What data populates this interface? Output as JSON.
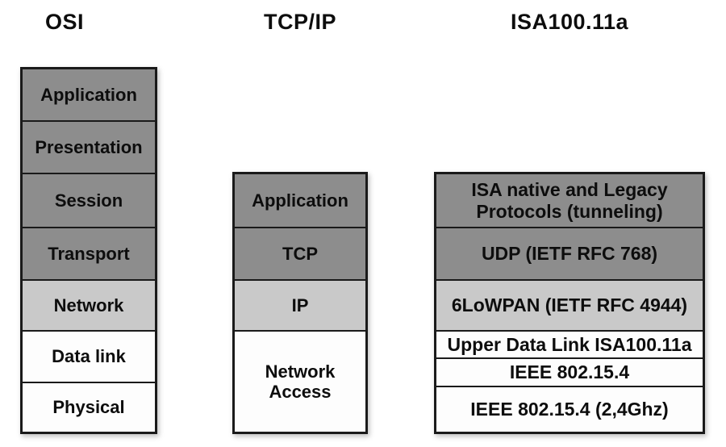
{
  "colors": {
    "dark": "#8d8d8d",
    "light": "#c9c9c9",
    "white": "#fdfdfd",
    "border": "#1a1a1a",
    "background": "#ffffff",
    "text": "#0d0d0d"
  },
  "stacks": [
    {
      "title": "OSI",
      "layers": [
        {
          "label": "Application",
          "tone": "dark"
        },
        {
          "label": "Presentation",
          "tone": "dark"
        },
        {
          "label": "Session",
          "tone": "dark"
        },
        {
          "label": "Transport",
          "tone": "dark"
        },
        {
          "label": "Network",
          "tone": "light"
        },
        {
          "label": "Data link",
          "tone": "white"
        },
        {
          "label": "Physical",
          "tone": "white"
        }
      ]
    },
    {
      "title": "TCP/IP",
      "layers": [
        {
          "label": "Application",
          "tone": "dark"
        },
        {
          "label": "TCP",
          "tone": "dark"
        },
        {
          "label": "IP",
          "tone": "light"
        },
        {
          "label": "Network\nAccess",
          "tone": "white"
        }
      ]
    },
    {
      "title": "ISA100.11a",
      "layers": [
        {
          "label": "ISA native and Legacy\nProtocols (tunneling)",
          "tone": "dark"
        },
        {
          "label": "UDP (IETF RFC 768)",
          "tone": "dark"
        },
        {
          "label": "6LoWPAN (IETF RFC 4944)",
          "tone": "light"
        },
        {
          "label": "Upper Data Link ISA100.11a",
          "tone": "white"
        },
        {
          "label": "IEEE 802.15.4",
          "tone": "white"
        },
        {
          "label": "IEEE 802.15.4 (2,4Ghz)",
          "tone": "white"
        }
      ]
    }
  ]
}
